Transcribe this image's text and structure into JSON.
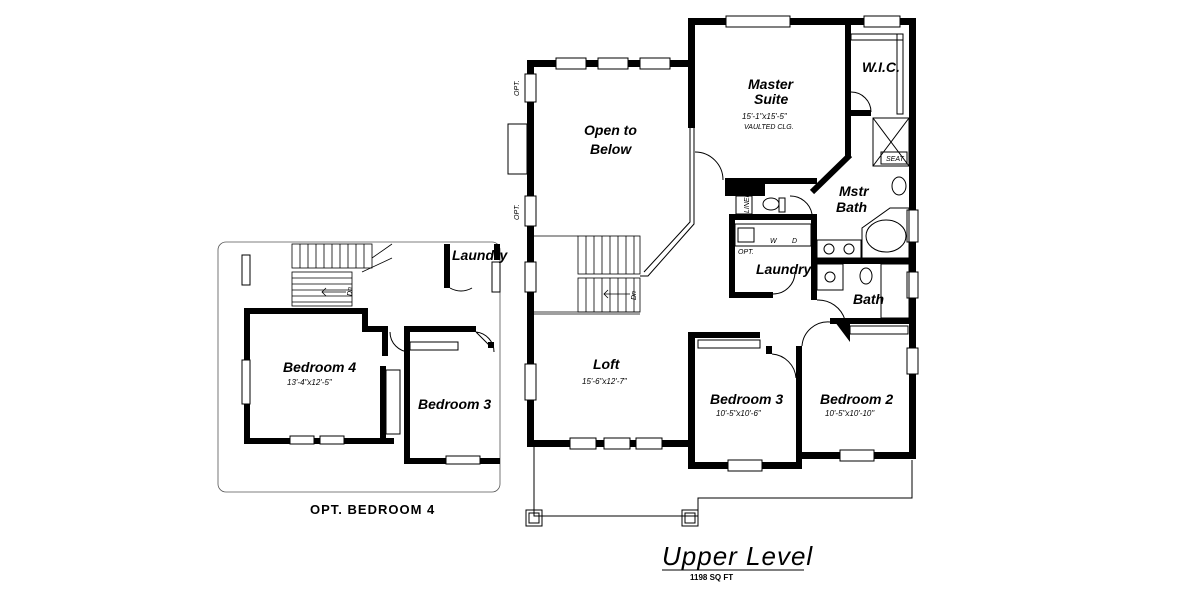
{
  "upper_level": {
    "title": "Upper Level",
    "area": "1198 SQ FT",
    "rooms": {
      "master_suite": {
        "name_line1": "Master",
        "name_line2": "Suite",
        "dims": "15'-1\"x15'-5\"",
        "note": "VAULTED CLG."
      },
      "wic": {
        "name": "W.I.C."
      },
      "open_to_below": {
        "name_line1": "Open to",
        "name_line2": "Below"
      },
      "mstr_bath": {
        "name_line1": "Mstr",
        "name_line2": "Bath"
      },
      "laundry": {
        "name": "Laundry",
        "opt": "OPT.",
        "washer": "W",
        "dryer": "D"
      },
      "bath": {
        "name": "Bath"
      },
      "loft": {
        "name": "Loft",
        "dims": "15'-6\"x12'-7\""
      },
      "bedroom3": {
        "name": "Bedroom 3",
        "dims": "10'-5\"x10'-6\""
      },
      "bedroom2": {
        "name": "Bedroom 2",
        "dims": "10'-5\"x10'-10\""
      }
    },
    "annotations": {
      "opt_top": "OPT.",
      "opt_mid": "OPT.",
      "linen": "LINEN",
      "seat": "SEAT",
      "stair_dn": "Dn"
    }
  },
  "opt_bedroom4": {
    "caption": "OPT. BEDROOM 4",
    "rooms": {
      "laundry": {
        "name": "Laundry"
      },
      "bedroom4": {
        "name": "Bedroom 4",
        "dims": "13'-4\"x12'-5\""
      },
      "bedroom3": {
        "name": "Bedroom 3"
      }
    },
    "stair_dn": "Dn"
  }
}
